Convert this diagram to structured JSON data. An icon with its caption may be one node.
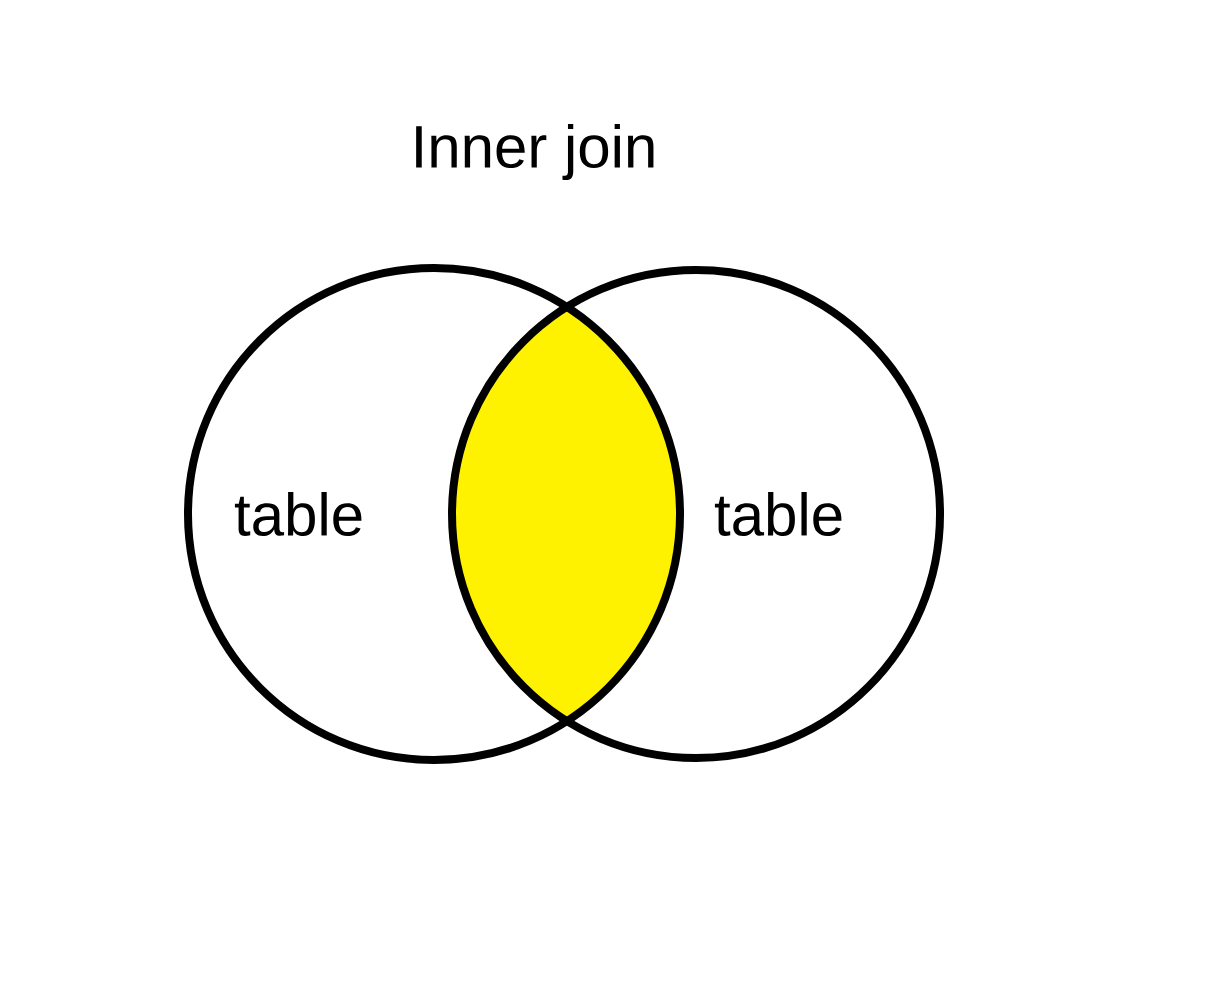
{
  "diagram": {
    "title": "Inner join",
    "nodes": [
      {
        "text": [
          "table"
        ]
      },
      {
        "text": [
          "table"
        ]
      },
      {
        "text": [],
        "shape": "lens"
      }
    ]
  }
}
